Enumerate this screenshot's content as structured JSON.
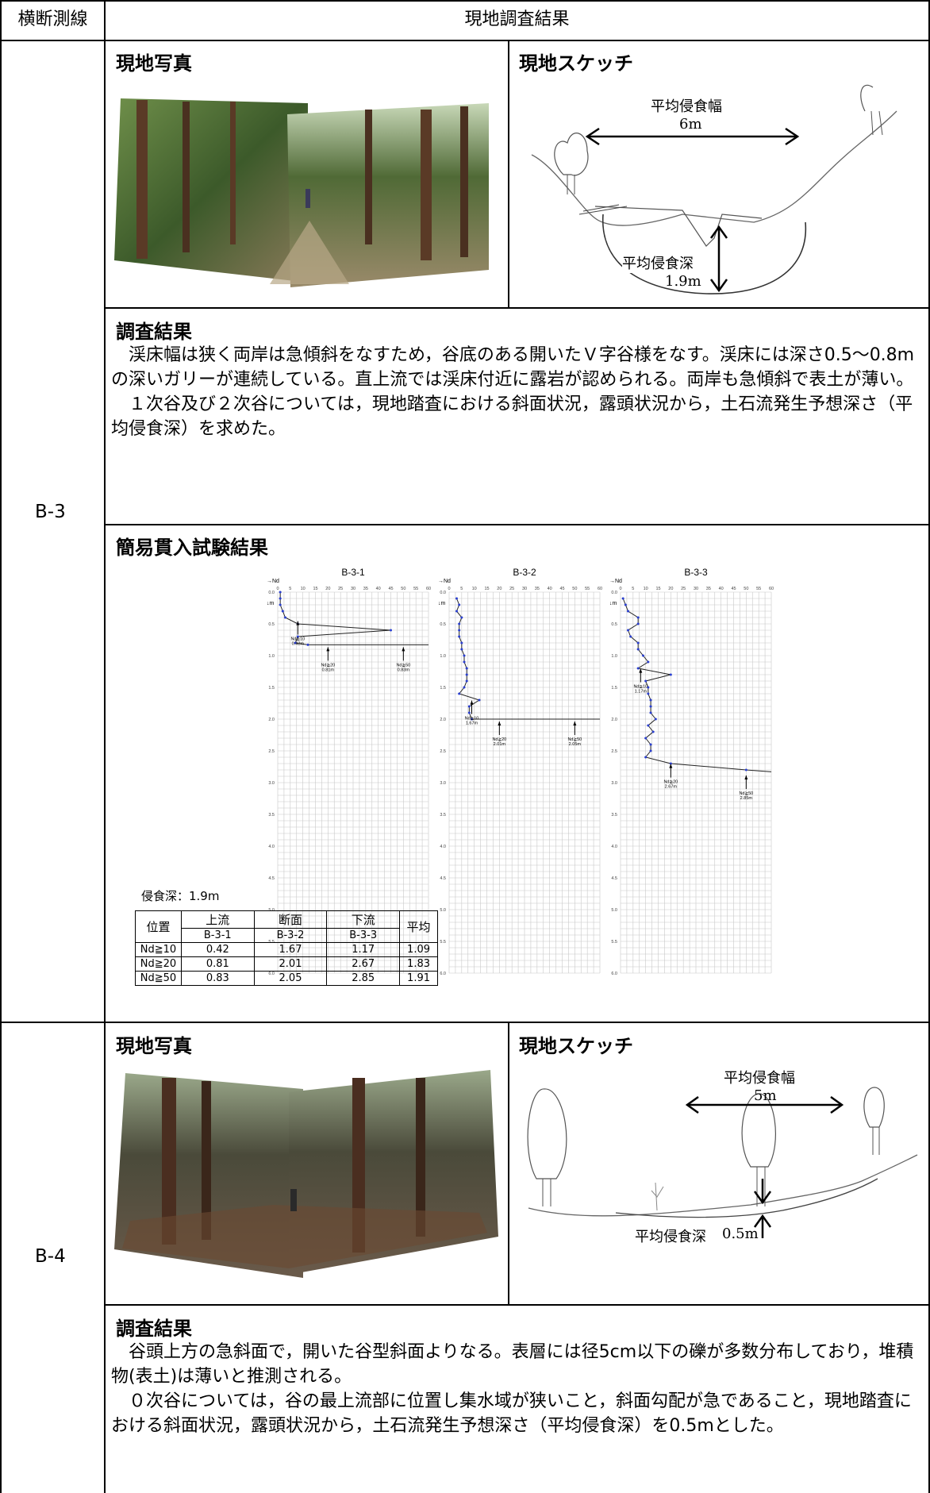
{
  "header": {
    "col1": "横断測線",
    "col2": "現地調査結果"
  },
  "b3": {
    "label": "B-3",
    "photo_title": "現地写真",
    "sketch_title": "現地スケッチ",
    "sketch": {
      "width_label": "平均侵食幅",
      "width_value": "6m",
      "depth_label": "平均侵食深",
      "depth_value": "1.9m"
    },
    "result_title": "調査結果",
    "result_text": "　渓床幅は狭く両岸は急傾斜をなすため，谷底のある開いたＶ字谷様をなす。渓床には深さ0.5～0.8mの深いガリーが連続している。直上流では渓床付近に露岩が認められる。両岸も急傾斜で表土が薄い。\n　１次谷及び２次谷については，現地踏査における斜面状況，露頭状況から，土石流発生予想深さ（平均侵食深）を求めた。",
    "test_title": "簡易貫入試験結果",
    "erosion_depth": "侵食深：1.9m",
    "table": {
      "h_pos": "位置",
      "h_up": "上流",
      "h_mid": "断面",
      "h_down": "下流",
      "h_avg": "平均",
      "s_up": "B-3-1",
      "s_mid": "B-3-2",
      "s_down": "B-3-3",
      "rows": [
        {
          "k": "Nd≧10",
          "a": "0.42",
          "b": "1.67",
          "c": "1.17",
          "d": "1.09"
        },
        {
          "k": "Nd≧20",
          "a": "0.81",
          "b": "2.01",
          "c": "2.67",
          "d": "1.83"
        },
        {
          "k": "Nd≧50",
          "a": "0.83",
          "b": "2.05",
          "c": "2.85",
          "d": "1.91"
        }
      ]
    }
  },
  "b4": {
    "label": "B-4",
    "photo_title": "現地写真",
    "sketch_title": "現地スケッチ",
    "sketch": {
      "width_label": "平均侵食幅",
      "width_value": "5m",
      "depth_label": "平均侵食深",
      "depth_value": "0.5m"
    },
    "result_title": "調査結果",
    "result_text": "　谷頭上方の急斜面で，開いた谷型斜面よりなる。表層には径5cm以下の礫が多数分布しており，堆積物(表土)は薄いと推測される。\n　０次谷については，谷の最上流部に位置し集水域が狭いこと，斜面勾配が急であること，現地踏査における斜面状況，露頭状況から，土石流発生予想深さ（平均侵食深）を0.5mとした。"
  },
  "chart_data": [
    {
      "type": "line",
      "title": "B-3-1",
      "xlabel": "→Nd",
      "ylabel": "↓m",
      "xlim": [
        0,
        60
      ],
      "ylim": [
        6.0,
        0
      ],
      "x_ticks": [
        "0",
        "5",
        "10",
        "15",
        "20",
        "25",
        "30",
        "35",
        "40",
        "45",
        "50",
        "55",
        "60"
      ],
      "y_ticks": [
        "0.0",
        "0.5",
        "1.0",
        "1.5",
        "2.0",
        "2.5",
        "3.0",
        "3.5",
        "4.0",
        "4.5",
        "5.0",
        "5.5",
        "6.0"
      ],
      "points": [
        [
          1,
          0
        ],
        [
          1,
          0.1
        ],
        [
          1,
          0.2
        ],
        [
          2,
          0.3
        ],
        [
          3,
          0.4
        ],
        [
          8,
          0.5
        ],
        [
          45,
          0.6
        ],
        [
          8,
          0.7
        ],
        [
          7,
          0.8
        ],
        [
          12,
          0.83
        ],
        [
          60,
          0.83
        ]
      ],
      "annotations": [
        {
          "text": "Nd≧10",
          "text2": "0.42m",
          "x": 8,
          "y": 0.42
        },
        {
          "text": "Nd≧20",
          "text2": "0.81m",
          "x": 20,
          "y": 0.83
        },
        {
          "text": "Nd≧50",
          "text2": "0.83m",
          "x": 50,
          "y": 0.83
        }
      ]
    },
    {
      "type": "line",
      "title": "B-3-2",
      "xlabel": "→Nd",
      "ylabel": "↓m",
      "xlim": [
        0,
        60
      ],
      "ylim": [
        6.0,
        0
      ],
      "x_ticks": [
        "0",
        "5",
        "10",
        "15",
        "20",
        "25",
        "30",
        "35",
        "40",
        "45",
        "50",
        "55",
        "60"
      ],
      "y_ticks": [
        "0.0",
        "0.5",
        "1.0",
        "1.5",
        "2.0",
        "2.5",
        "3.0",
        "3.5",
        "4.0",
        "4.5",
        "5.0",
        "5.5",
        "6.0"
      ],
      "points": [
        [
          3,
          0.1
        ],
        [
          4,
          0.2
        ],
        [
          3,
          0.3
        ],
        [
          5,
          0.4
        ],
        [
          4,
          0.5
        ],
        [
          4,
          0.6
        ],
        [
          4,
          0.7
        ],
        [
          5,
          0.8
        ],
        [
          5,
          0.9
        ],
        [
          6,
          1.0
        ],
        [
          6,
          1.1
        ],
        [
          7,
          1.2
        ],
        [
          7,
          1.3
        ],
        [
          7,
          1.4
        ],
        [
          6,
          1.5
        ],
        [
          4,
          1.6
        ],
        [
          12,
          1.7
        ],
        [
          8,
          1.8
        ],
        [
          8,
          1.9
        ],
        [
          9,
          2.0
        ],
        [
          60,
          2.0
        ]
      ],
      "annotations": [
        {
          "text": "Nd≧10",
          "text2": "1.67m",
          "x": 9,
          "y": 1.67
        },
        {
          "text": "Nd≧20",
          "text2": "2.01m",
          "x": 20,
          "y": 2.0
        },
        {
          "text": "Nd≧50",
          "text2": "2.05m",
          "x": 50,
          "y": 2.0
        }
      ]
    },
    {
      "type": "line",
      "title": "B-3-3",
      "xlabel": "→Nd",
      "ylabel": "↓m",
      "xlim": [
        0,
        60
      ],
      "ylim": [
        6.0,
        0
      ],
      "x_ticks": [
        "0",
        "5",
        "10",
        "15",
        "20",
        "25",
        "30",
        "35",
        "40",
        "45",
        "50",
        "55",
        "60"
      ],
      "y_ticks": [
        "0.0",
        "0.5",
        "1.0",
        "1.5",
        "2.0",
        "2.5",
        "3.0",
        "3.5",
        "4.0",
        "4.5",
        "5.0",
        "5.5",
        "6.0"
      ],
      "points": [
        [
          1,
          0.1
        ],
        [
          2,
          0.2
        ],
        [
          3,
          0.3
        ],
        [
          7,
          0.4
        ],
        [
          7,
          0.5
        ],
        [
          3,
          0.6
        ],
        [
          4,
          0.7
        ],
        [
          7,
          0.8
        ],
        [
          7,
          0.9
        ],
        [
          9,
          1.0
        ],
        [
          11,
          1.1
        ],
        [
          7,
          1.2
        ],
        [
          20,
          1.3
        ],
        [
          10,
          1.4
        ],
        [
          11,
          1.5
        ],
        [
          11,
          1.6
        ],
        [
          12,
          1.7
        ],
        [
          12,
          1.8
        ],
        [
          12,
          1.9
        ],
        [
          14,
          2.0
        ],
        [
          11,
          2.1
        ],
        [
          13,
          2.2
        ],
        [
          10,
          2.3
        ],
        [
          12,
          2.4
        ],
        [
          12,
          2.5
        ],
        [
          10,
          2.6
        ],
        [
          20,
          2.7
        ],
        [
          50,
          2.8
        ],
        [
          60,
          2.83
        ]
      ],
      "annotations": [
        {
          "text": "Nd≧10",
          "text2": "1.17m",
          "x": 8,
          "y": 1.17
        },
        {
          "text": "Nd≧20",
          "text2": "2.67m",
          "x": 20,
          "y": 2.67
        },
        {
          "text": "Nd≧50",
          "text2": "2.85m",
          "x": 50,
          "y": 2.85
        }
      ]
    }
  ]
}
